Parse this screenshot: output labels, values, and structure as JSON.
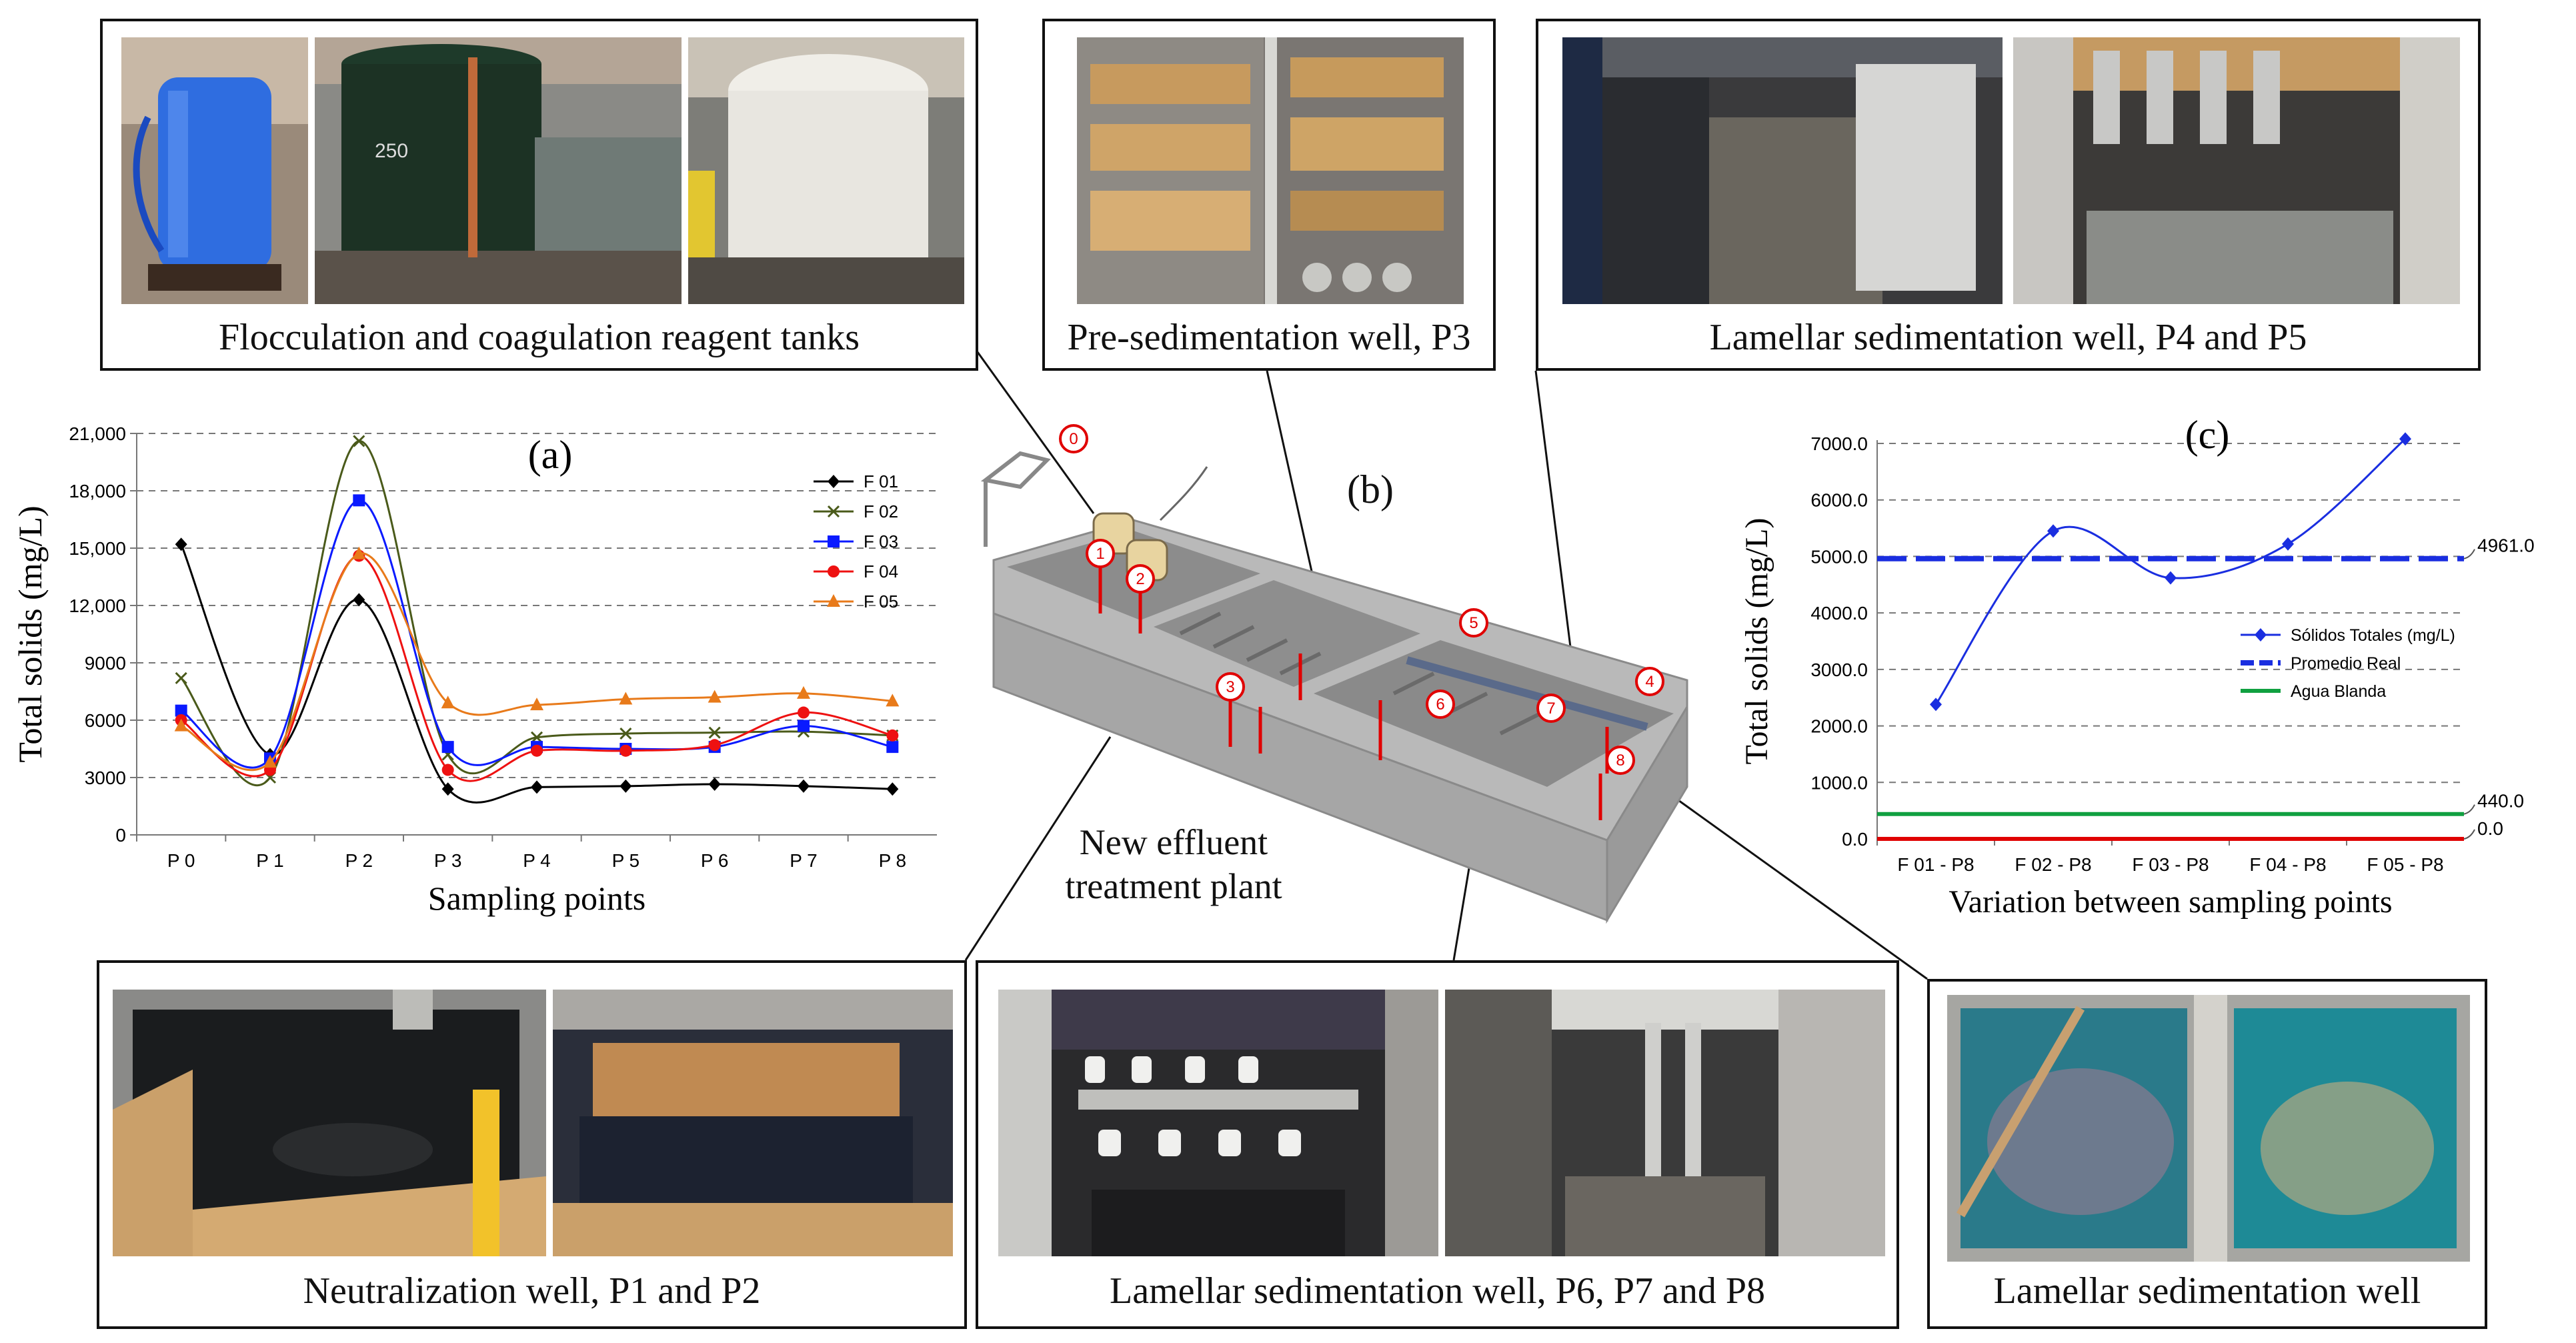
{
  "panels": {
    "reagent_tanks": "Flocculation and coagulation reagent tanks",
    "presed": "Pre-sedimentation well, P3",
    "lamellar_p4p5": "Lamellar sedimentation well, P4 and P5",
    "neutralization": "Neutralization well, P1 and P2",
    "lamellar_p678": "Lamellar sedimentation well, P6, P7 and P8",
    "lamellar": "Lamellar sedimentation well"
  },
  "plant": {
    "label_line1": "New effluent",
    "label_line2": "treatment plant",
    "panel_letter": "(b)",
    "markers": [
      "0",
      "1",
      "2",
      "3",
      "4",
      "5",
      "6",
      "7",
      "8"
    ]
  },
  "colors": {
    "F01": "#000000",
    "F02": "#4a5a1a",
    "F03": "#0a1aff",
    "F04": "#ee1111",
    "F05": "#e87a1a",
    "solidos": "#1a2ee0",
    "promedio": "#1a2ee0",
    "agua": "#10a040",
    "red_line": "#e00000"
  },
  "chart_data": [
    {
      "type": "line",
      "panel": "(a)",
      "xlabel": "Sampling points",
      "ylabel": "Total solids (mg/L)",
      "categories": [
        "P 0",
        "P 1",
        "P 2",
        "P 3",
        "P 4",
        "P 5",
        "P 6",
        "P 7",
        "P 8"
      ],
      "ylim": [
        0,
        21000
      ],
      "yticks": [
        "0",
        "3000",
        "6000",
        "9000",
        "12,000",
        "15,000",
        "18,000",
        "21,000"
      ],
      "grid": true,
      "legend": "top-right",
      "series": [
        {
          "name": "F 01",
          "values": [
            15200,
            4200,
            12300,
            2400,
            2500,
            2550,
            2650,
            2550,
            2400
          ]
        },
        {
          "name": "F 02",
          "values": [
            8200,
            3000,
            20600,
            4200,
            5100,
            5300,
            5350,
            5400,
            5200
          ]
        },
        {
          "name": "F 03",
          "values": [
            6500,
            4000,
            17500,
            4600,
            4600,
            4500,
            4600,
            5700,
            4600
          ]
        },
        {
          "name": "F 04",
          "values": [
            6000,
            3400,
            14600,
            3400,
            4400,
            4400,
            4700,
            6400,
            5200
          ]
        },
        {
          "name": "F 05",
          "values": [
            5700,
            3800,
            14700,
            6900,
            6800,
            7100,
            7200,
            7400,
            7000
          ]
        }
      ]
    },
    {
      "type": "line",
      "panel": "(c)",
      "xlabel": "Variation between sampling points",
      "ylabel": "Total solids (mg/L)",
      "categories": [
        "F 01 - P8",
        "F 02 - P8",
        "F 03 - P8",
        "F 04 - P8",
        "F 05 - P8"
      ],
      "ylim": [
        0,
        7000
      ],
      "yticks": [
        "0.0",
        "1000.0",
        "2000.0",
        "3000.0",
        "4000.0",
        "5000.0",
        "6000.0",
        "7000.0"
      ],
      "grid": true,
      "legend": "right",
      "series": [
        {
          "name": "Sólidos Totales (mg/L)",
          "values": [
            2380,
            5450,
            4620,
            5220,
            7080
          ]
        },
        {
          "name": "Promedio Real",
          "values": [
            4961,
            4961,
            4961,
            4961,
            4961
          ]
        },
        {
          "name": "Agua Blanda",
          "values": [
            440,
            440,
            440,
            440,
            440
          ]
        }
      ],
      "annotations": [
        "4961.0",
        "440.0",
        "0.0"
      ]
    }
  ]
}
